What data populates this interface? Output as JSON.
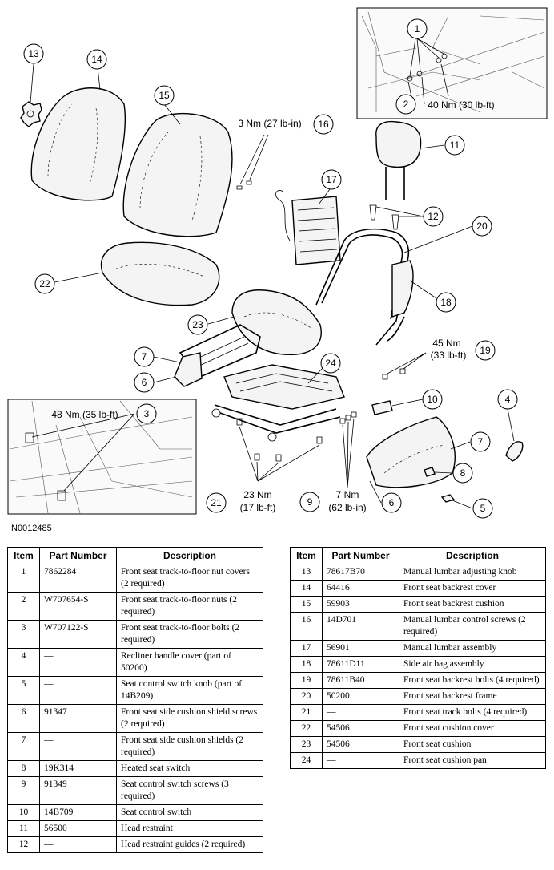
{
  "figure": {
    "id": "N0012485",
    "callouts": [
      "1",
      "2",
      "3",
      "4",
      "5",
      "6",
      "7",
      "8",
      "9",
      "10",
      "11",
      "12",
      "13",
      "14",
      "15",
      "16",
      "17",
      "18",
      "19",
      "20",
      "21",
      "22",
      "23",
      "24"
    ],
    "torques": {
      "t2": "40 Nm (30 lb-ft)",
      "t3": "48 Nm (35 lb-ft)",
      "t16": "3 Nm (27 lb-in)",
      "t19a": "45 Nm",
      "t19b": "(33 lb-ft)",
      "t21a": "23 Nm",
      "t21b": "(17 lb-ft)",
      "t9a": "7 Nm",
      "t9b": "(62 lb-in)"
    }
  },
  "table": {
    "headers": [
      "Item",
      "Part Number",
      "Description"
    ],
    "left": [
      {
        "item": "1",
        "part": "7862284",
        "desc": "Front seat track-to-floor nut covers (2 required)"
      },
      {
        "item": "2",
        "part": "W707654-S",
        "desc": "Front seat track-to-floor nuts (2 required)"
      },
      {
        "item": "3",
        "part": "W707122-S",
        "desc": "Front seat track-to-floor bolts (2 required)"
      },
      {
        "item": "4",
        "part": "—",
        "desc": "Recliner handle cover (part of 50200)"
      },
      {
        "item": "5",
        "part": "—",
        "desc": "Seat control switch knob (part of 14B209)"
      },
      {
        "item": "6",
        "part": "91347",
        "desc": "Front seat side cushion shield screws (2 required)"
      },
      {
        "item": "7",
        "part": "—",
        "desc": "Front seat side cushion shields (2 required)"
      },
      {
        "item": "8",
        "part": "19K314",
        "desc": "Heated seat switch"
      },
      {
        "item": "9",
        "part": "91349",
        "desc": "Seat control switch screws (3 required)"
      },
      {
        "item": "10",
        "part": "14B709",
        "desc": "Seat control switch"
      },
      {
        "item": "11",
        "part": "56500",
        "desc": "Head restraint"
      },
      {
        "item": "12",
        "part": "—",
        "desc": "Head restraint guides (2 required)"
      }
    ],
    "right": [
      {
        "item": "13",
        "part": "78617B70",
        "desc": "Manual lumbar adjusting knob"
      },
      {
        "item": "14",
        "part": "64416",
        "desc": "Front seat backrest cover"
      },
      {
        "item": "15",
        "part": "59903",
        "desc": "Front seat backrest cushion"
      },
      {
        "item": "16",
        "part": "14D701",
        "desc": "Manual lumbar control screws (2 required)"
      },
      {
        "item": "17",
        "part": "56901",
        "desc": "Manual lumbar assembly"
      },
      {
        "item": "18",
        "part": "78611D11",
        "desc": "Side air bag assembly"
      },
      {
        "item": "19",
        "part": "78611B40",
        "desc": "Front seat backrest bolts (4 required)"
      },
      {
        "item": "20",
        "part": "50200",
        "desc": "Front seat backrest frame"
      },
      {
        "item": "21",
        "part": "—",
        "desc": "Front seat track bolts (4 required)"
      },
      {
        "item": "22",
        "part": "54506",
        "desc": "Front seat cushion cover"
      },
      {
        "item": "23",
        "part": "54506",
        "desc": "Front seat cushion"
      },
      {
        "item": "24",
        "part": "—",
        "desc": "Front seat cushion pan"
      }
    ]
  }
}
